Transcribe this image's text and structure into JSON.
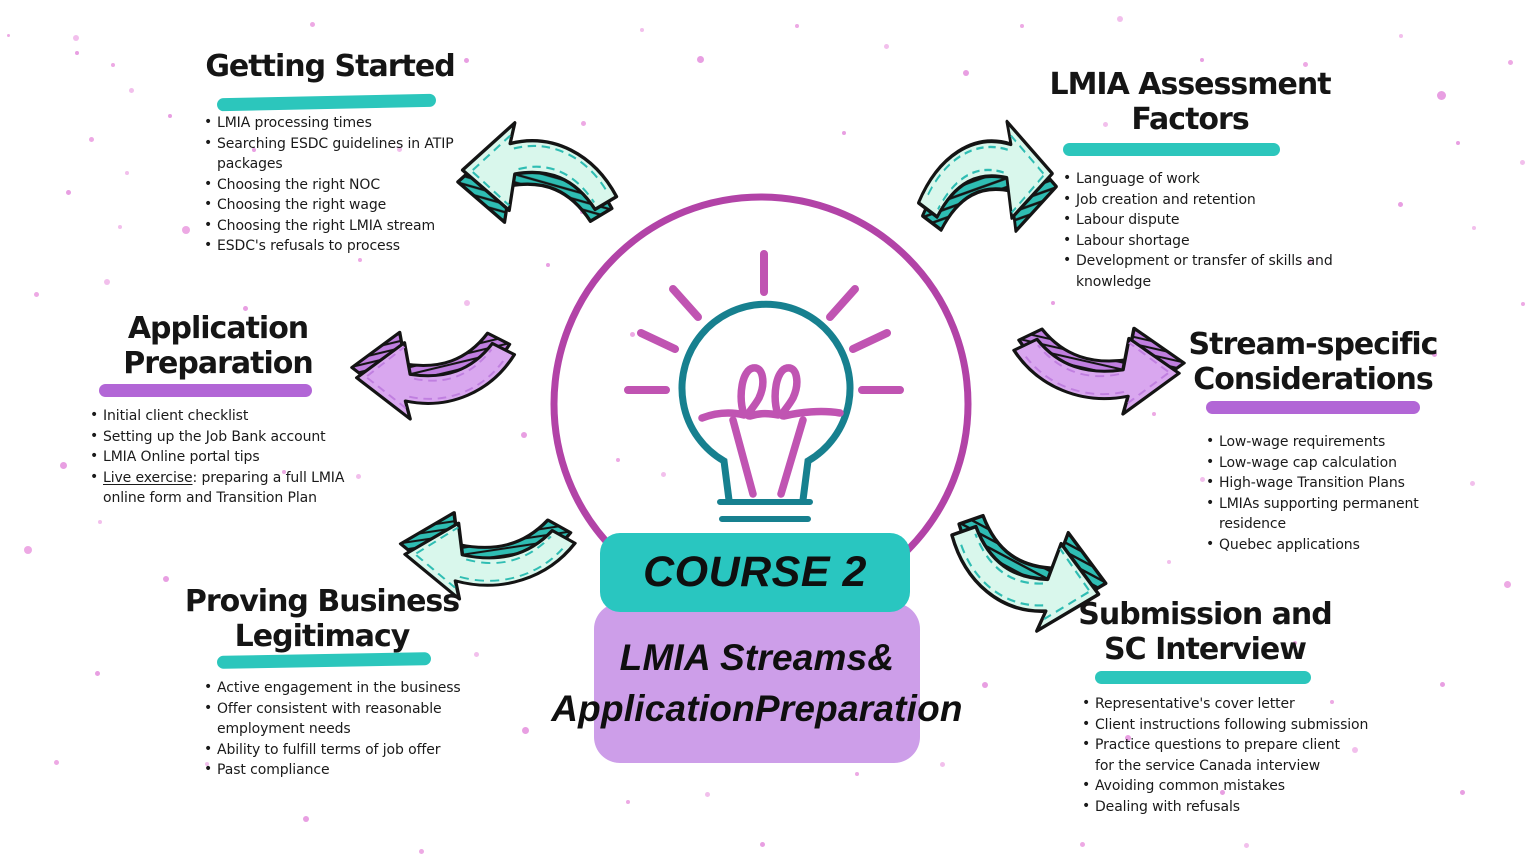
{
  "center": {
    "badge": "COURSE 2",
    "title_lines": [
      "LMIA Streams",
      "& Application",
      "Preparation"
    ],
    "icon": "lightbulb-icon"
  },
  "sections": [
    {
      "id": "getting-started",
      "title_lines": [
        "Getting Started"
      ],
      "underline": "teal",
      "items": [
        "LMIA processing times",
        "Searching ESDC guidelines in ATIP\npackages",
        "Choosing the right NOC",
        "Choosing the right wage",
        "Choosing the right LMIA stream",
        "ESDC's refusals to process"
      ]
    },
    {
      "id": "lmia-assessment-factors",
      "title_lines": [
        "LMIA Assessment",
        "Factors"
      ],
      "underline": "teal",
      "items": [
        "Language of work",
        "Job creation and retention",
        "Labour dispute",
        "Labour shortage",
        "Development or transfer of skills and\nknowledge"
      ]
    },
    {
      "id": "application-preparation",
      "title_lines": [
        "Application",
        "Preparation"
      ],
      "underline": "purple",
      "items": [
        "Initial client checklist",
        "Setting up the Job Bank account",
        "LMIA Online portal tips",
        {
          "text": "Live exercise: preparing a full LMIA\nonline form and Transition Plan",
          "underlined_prefix": "Live exercise"
        }
      ]
    },
    {
      "id": "stream-specific-considerations",
      "title_lines": [
        "Stream-specific",
        "Considerations"
      ],
      "underline": "purple",
      "items": [
        "Low-wage requirements",
        "Low-wage cap calculation",
        "High-wage Transition Plans",
        "LMIAs supporting permanent\nresidence",
        "Quebec applications"
      ]
    },
    {
      "id": "proving-business-legitimacy",
      "title_lines": [
        "Proving Business",
        "Legitimacy"
      ],
      "underline": "teal",
      "items": [
        "Active engagement in the business",
        "Offer consistent with reasonable\nemployment needs",
        "Ability to fulfill terms of job offer",
        "Past compliance"
      ]
    },
    {
      "id": "submission-and-sc-interview",
      "title_lines": [
        "Submission and",
        "SC Interview"
      ],
      "underline": "teal",
      "items": [
        "Representative's cover letter",
        "Client instructions following submission",
        "Practice questions to prepare client\nfor the service Canada interview",
        "Avoiding common mistakes",
        "Dealing with refusals"
      ]
    }
  ],
  "arrows": [
    {
      "name": "arrow-to-getting-started",
      "style": "mint",
      "points": "upper-left"
    },
    {
      "name": "arrow-to-lmia-assessment-factors",
      "style": "mint",
      "points": "upper-right"
    },
    {
      "name": "arrow-to-application-preparation",
      "style": "purple",
      "points": "left"
    },
    {
      "name": "arrow-to-stream-specific-considerations",
      "style": "purple",
      "points": "right"
    },
    {
      "name": "arrow-to-proving-business-legitimacy",
      "style": "mint",
      "points": "lower-left"
    },
    {
      "name": "arrow-to-submission-and-sc-interview",
      "style": "mint",
      "points": "lower-right"
    }
  ],
  "palette": {
    "teal_underline": "#2cc6bc",
    "purple_underline": "#b266d6",
    "badge_bg": "#29c6c0",
    "title_bg": "#cd9ee9",
    "circle_stroke": "#b243a7",
    "bulb_stroke": "#17808f",
    "filament_stroke": "#c054b2",
    "arrow_mint_fill": "#d9f7ec",
    "arrow_mint_side": "#2fbdb3",
    "arrow_purple_fill": "#d9a7ef",
    "arrow_purple_side": "#c07fe0",
    "outline_ink": "#141414",
    "text_ink": "#1a1a1a",
    "background": "#ffffff"
  }
}
